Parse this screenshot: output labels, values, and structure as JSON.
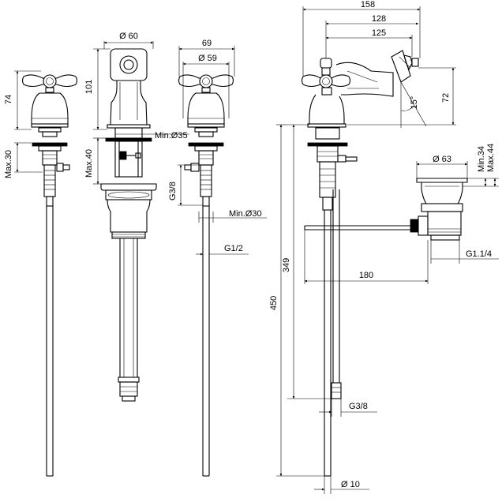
{
  "labels": {
    "d60": "Ø 60",
    "d59": "Ø 59",
    "d63": "Ø 63",
    "d10": "Ø 10",
    "w69": "69",
    "w158": "158",
    "w128": "128",
    "w125": "125",
    "w180": "180",
    "h74": "74",
    "h101": "101",
    "h72": "72",
    "h349": "349",
    "h450": "450",
    "max30": "Max.30",
    "max40": "Max.40",
    "max44": "Max.44",
    "min34": "Min.34",
    "min35": "Min.Ø35",
    "min30": "Min.Ø30",
    "g38a": "G3/8",
    "g38b": "G3/8",
    "g12": "G1/2",
    "g114": "G1.1/4",
    "angle15": "15°"
  }
}
